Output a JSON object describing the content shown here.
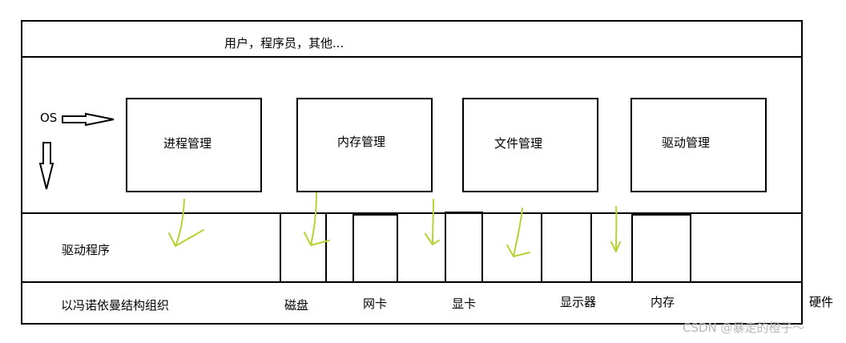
{
  "layers": {
    "user": "用户，程序员，其他...",
    "os": "OS",
    "driver": "驱动程序",
    "hardware_org": "以冯诺依曼结构组织",
    "hardware": "硬件"
  },
  "modules": [
    "进程管理",
    "内存管理",
    "文件管理",
    "驱动管理"
  ],
  "devices": [
    "磁盘",
    "网卡",
    "显卡",
    "显示器",
    "内存"
  ],
  "watermark": "CSDN @暴走的橙子～",
  "colors": {
    "line": "#000000",
    "arrow": "#b5d334",
    "watermark": "#b8b8b8"
  }
}
